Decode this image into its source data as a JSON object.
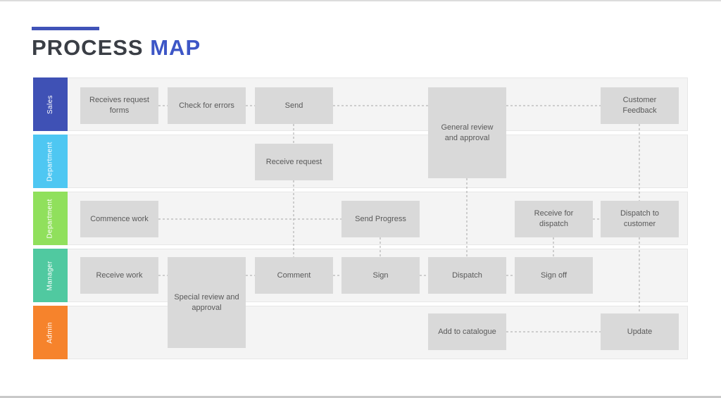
{
  "slide": {
    "title_primary": "PROCESS",
    "title_accent": "MAP"
  },
  "colors": {
    "accent_line": "#4053B8",
    "title_primary": "#3A3E45",
    "title_accent": "#3D56C6",
    "box_fill": "#D9D9D9",
    "box_text": "#595959",
    "connector": "#A6A6A6",
    "lane_track_bg": "#F4F4F4",
    "lane_track_border": "#E7E7E7"
  },
  "lanes": [
    {
      "label": "Sales",
      "color": "#3F51B5"
    },
    {
      "label": "Department",
      "color": "#4EC7F2"
    },
    {
      "label": "Department",
      "color": "#90E05C"
    },
    {
      "label": "Manager",
      "color": "#50C9A0"
    },
    {
      "label": "Admin",
      "color": "#F6832C"
    }
  ],
  "boxes": [
    {
      "id": "receives-request-forms",
      "label": "Receives request forms"
    },
    {
      "id": "check-for-errors",
      "label": "Check for errors"
    },
    {
      "id": "send",
      "label": "Send"
    },
    {
      "id": "general-review-and-approval",
      "label": "General review and approval"
    },
    {
      "id": "customer-feedback",
      "label": "Customer Feedback"
    },
    {
      "id": "receive-request",
      "label": "Receive request"
    },
    {
      "id": "commence-work",
      "label": "Commence work"
    },
    {
      "id": "send-progress",
      "label": "Send Progress"
    },
    {
      "id": "receive-for-dispatch",
      "label": "Receive for dispatch"
    },
    {
      "id": "dispatch-to-customer",
      "label": "Dispatch to customer"
    },
    {
      "id": "receive-work",
      "label": "Receive work"
    },
    {
      "id": "special-review-and-approval",
      "label": "Special review and approval"
    },
    {
      "id": "comment",
      "label": "Comment"
    },
    {
      "id": "sign",
      "label": "Sign"
    },
    {
      "id": "dispatch",
      "label": "Dispatch"
    },
    {
      "id": "sign-off",
      "label": "Sign off"
    },
    {
      "id": "add-to-catalogue",
      "label": "Add to catalogue"
    },
    {
      "id": "update",
      "label": "Update"
    }
  ]
}
